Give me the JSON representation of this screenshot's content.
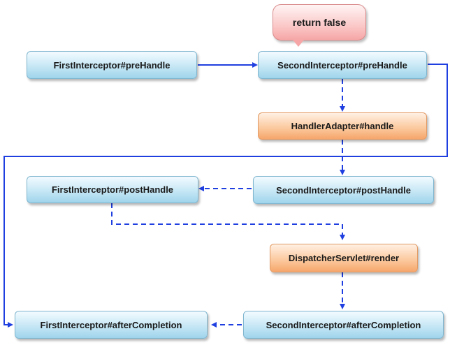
{
  "callout": {
    "text": "return false"
  },
  "nodes": {
    "first_pre": "FirstInterceptor#preHandle",
    "second_pre": "SecondInterceptor#preHandle",
    "handler_adapter": "HandlerAdapter#handle",
    "first_post": "FirstInterceptor#postHandle",
    "second_post": "SecondInterceptor#postHandle",
    "dispatcher_render": "DispatcherServlet#render",
    "first_after": "FirstInterceptor#afterCompletion",
    "second_after": "SecondInterceptor#afterCompletion"
  },
  "colors": {
    "arrow": "#1f3fe0",
    "interceptor_box": "#bfe3f3",
    "framework_box": "#f9b98a",
    "callout_box": "#f8b8b8"
  }
}
